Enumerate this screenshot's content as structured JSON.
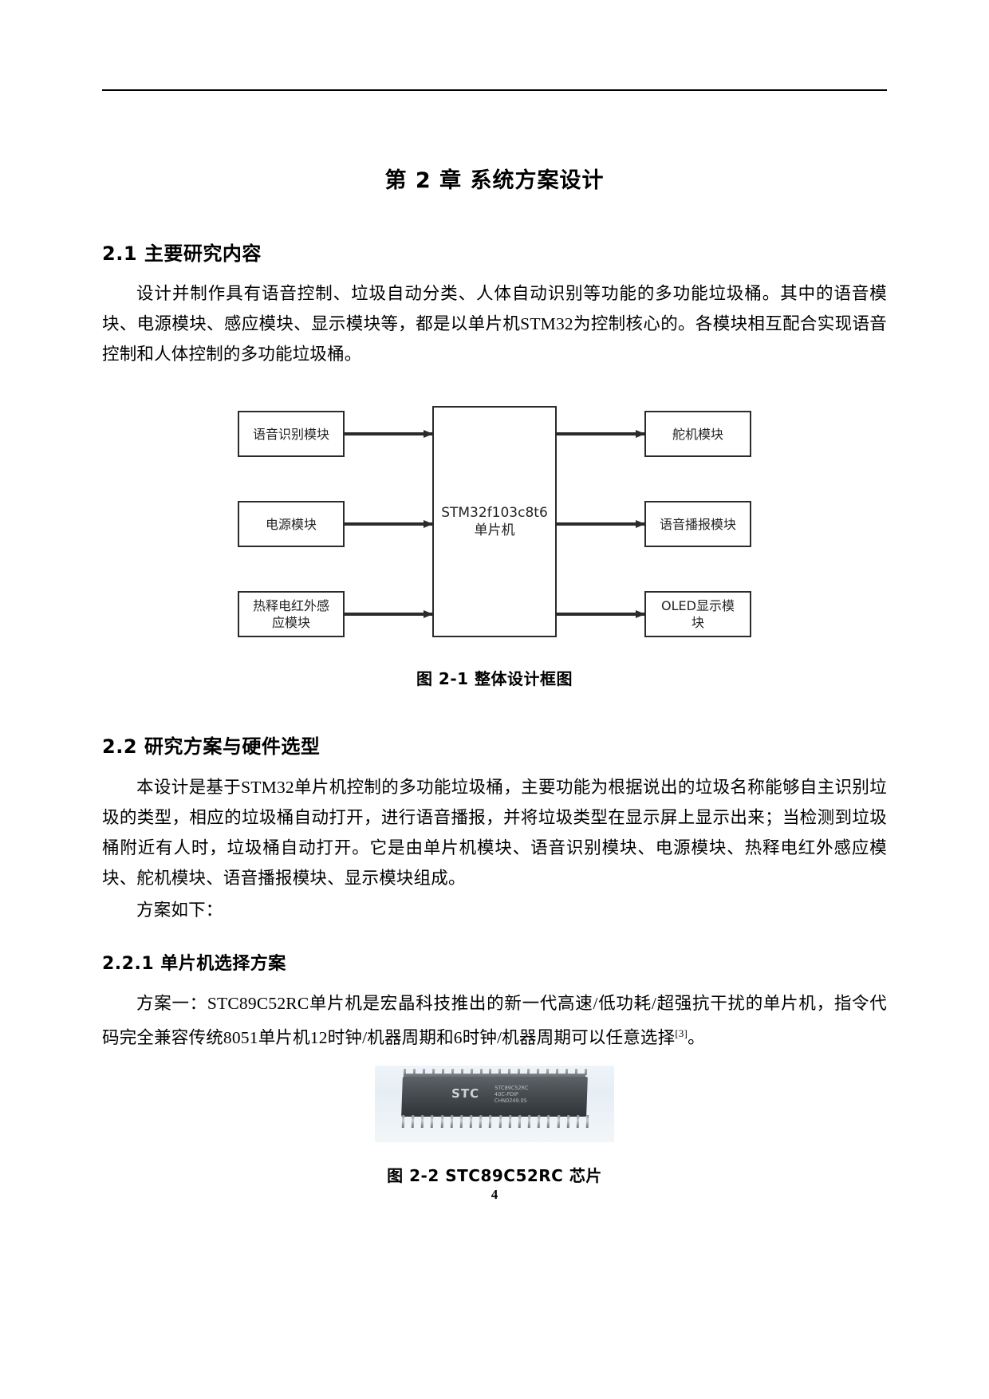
{
  "document": {
    "page_number": "4"
  },
  "chapter": {
    "title": "第 2 章  系统方案设计"
  },
  "sections": {
    "s21": {
      "heading": "2.1  主要研究内容",
      "paragraph": "设计并制作具有语音控制、垃圾自动分类、人体自动识别等功能的多功能垃圾桶。其中的语音模块、电源模块、感应模块、显示模块等，都是以单片机STM32为控制核心的。各模块相互配合实现语音控制和人体控制的多功能垃圾桶。"
    },
    "s22": {
      "heading": "2.2  研究方案与硬件选型",
      "paragraph1": "本设计是基于STM32单片机控制的多功能垃圾桶，主要功能为根据说出的垃圾名称能够自主识别垃圾的类型，相应的垃圾桶自动打开，进行语音播报，并将垃圾类型在显示屏上显示出来；当检测到垃圾桶附近有人时，垃圾桶自动打开。它是由单片机模块、语音识别模块、电源模块、热释电红外感应模块、舵机模块、语音播报模块、显示模块组成。",
      "paragraph2": "方案如下："
    },
    "s221": {
      "heading": "2.2.1 单片机选择方案",
      "paragraph": "方案一：STC89C52RC单片机是宏晶科技推出的新一代高速/低功耗/超强抗干扰的单片机，指令代码完全兼容传统8051单片机12时钟/机器周期和6时钟/机器周期可以任意选择",
      "reference_mark": "[3]",
      "paragraph_end": "。"
    }
  },
  "figure_2_1": {
    "caption": "图 2-1  整体设计框图",
    "blocks": {
      "left_1": "语音识别模块",
      "left_2": "电源模块",
      "left_3": "热释电红外感\n应模块",
      "center": "STM32f103c8t6\n单片机",
      "right_1": "舵机模块",
      "right_2": "语音播报模块",
      "right_3": "OLED显示模\n块"
    }
  },
  "figure_2_2": {
    "caption": "图 2-2 STC89C52RC 芯片",
    "chip_brand": "STC",
    "chip_marking": "STC89C52RC\n40C-PDIP\nCHN0249.05"
  },
  "colors": {
    "text": "#000000",
    "diagram_stroke": "#2b2b2b",
    "diagram_fill": "#ffffff",
    "rule": "#000000"
  }
}
